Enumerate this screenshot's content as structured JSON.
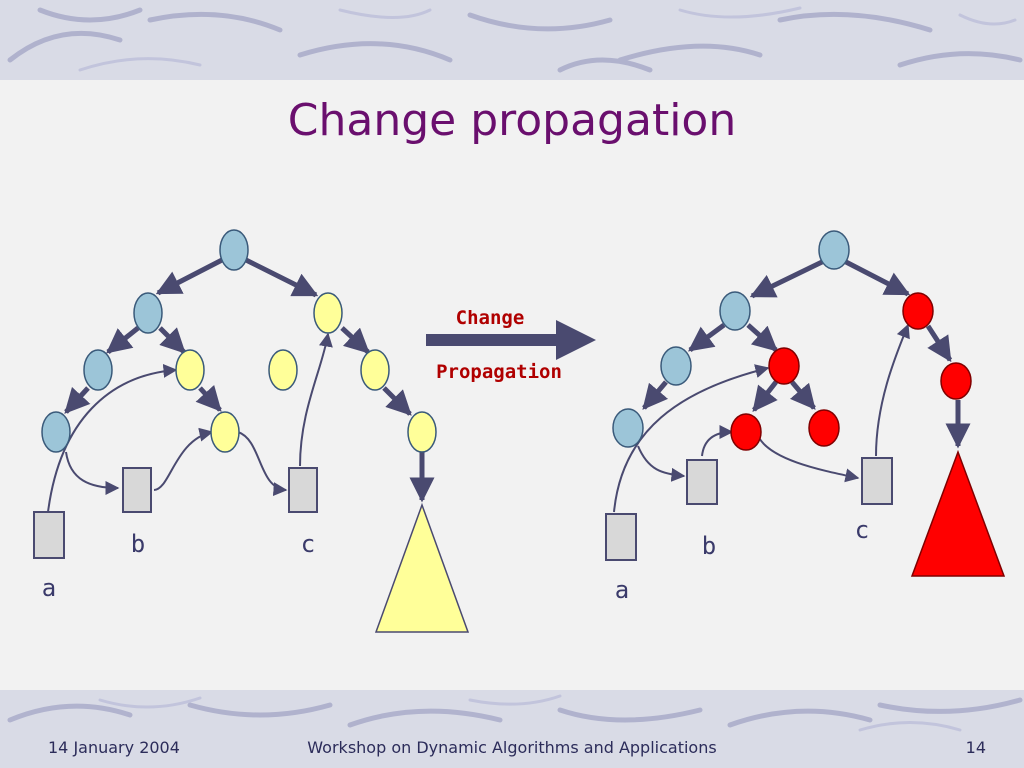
{
  "slide": {
    "title": "Change propagation",
    "arrow_label_1": "Change",
    "arrow_label_2": "Propagation"
  },
  "footer": {
    "date": "14 January 2004",
    "event": "Workshop on Dynamic Algorithms and Applications",
    "page": "14"
  },
  "left_tree": {
    "inputs": [
      "a",
      "b",
      "c"
    ]
  },
  "right_tree": {
    "inputs": [
      "a",
      "b",
      "c"
    ]
  },
  "colors": {
    "title": "#6a0f6e",
    "node_blue": "#9cc5d8",
    "node_yellow": "#ffff99",
    "node_red": "#ff0000",
    "edge": "#4a4a70",
    "label_red": "#b00000",
    "box": "#d8d8d8"
  }
}
